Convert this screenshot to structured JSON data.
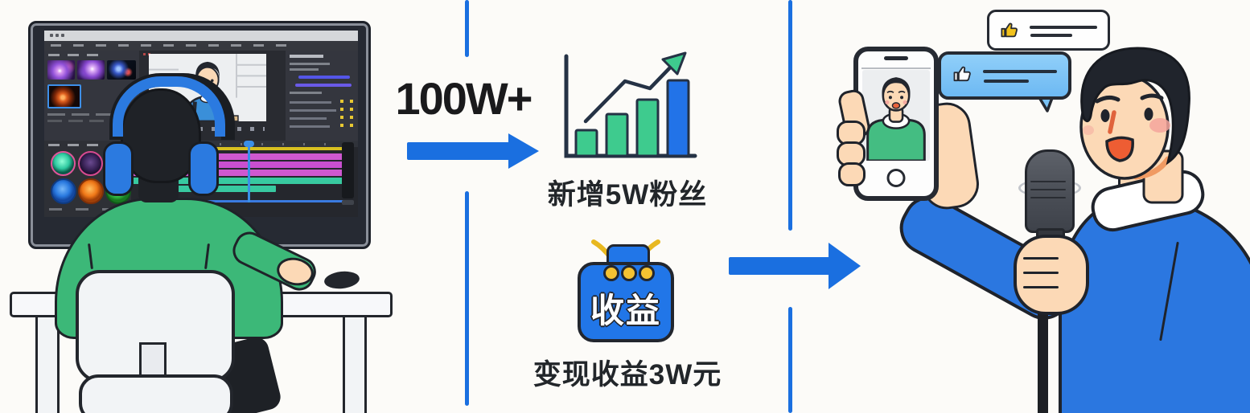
{
  "flow": {
    "views_label": "100W+",
    "fans_caption": "新增5W粉丝",
    "revenue_badge_label": "收益",
    "revenue_caption": "变现收益3W元"
  },
  "icons": {
    "trend_chart": "bar-chart-growth-icon",
    "revenue_badge": "revenue-badge-icon",
    "likes": "thumbs-up-icon",
    "flow_arrows": "arrow-right-icon"
  },
  "chart_icon": {
    "type": "bar",
    "bars_relative_height": [
      0.34,
      0.55,
      0.74,
      1.0
    ],
    "bar_colors": [
      "#3ecb8e",
      "#3ecb8e",
      "#3ecb8e",
      "#2273e8"
    ],
    "trend": "rising-arrow"
  },
  "palette": {
    "background": "#fcfbf8",
    "accent_blue": "#1a6fe0",
    "outline_ink": "#23262e",
    "growth_green": "#3ecb8e",
    "badge_blue": "#2176e8",
    "bubble_blue": "#7cc5f7",
    "like_yellow": "#f2c21c",
    "sweater_green": "#3cb878",
    "shirt_blue": "#2b77e0",
    "skin": "#fcd9b6"
  }
}
